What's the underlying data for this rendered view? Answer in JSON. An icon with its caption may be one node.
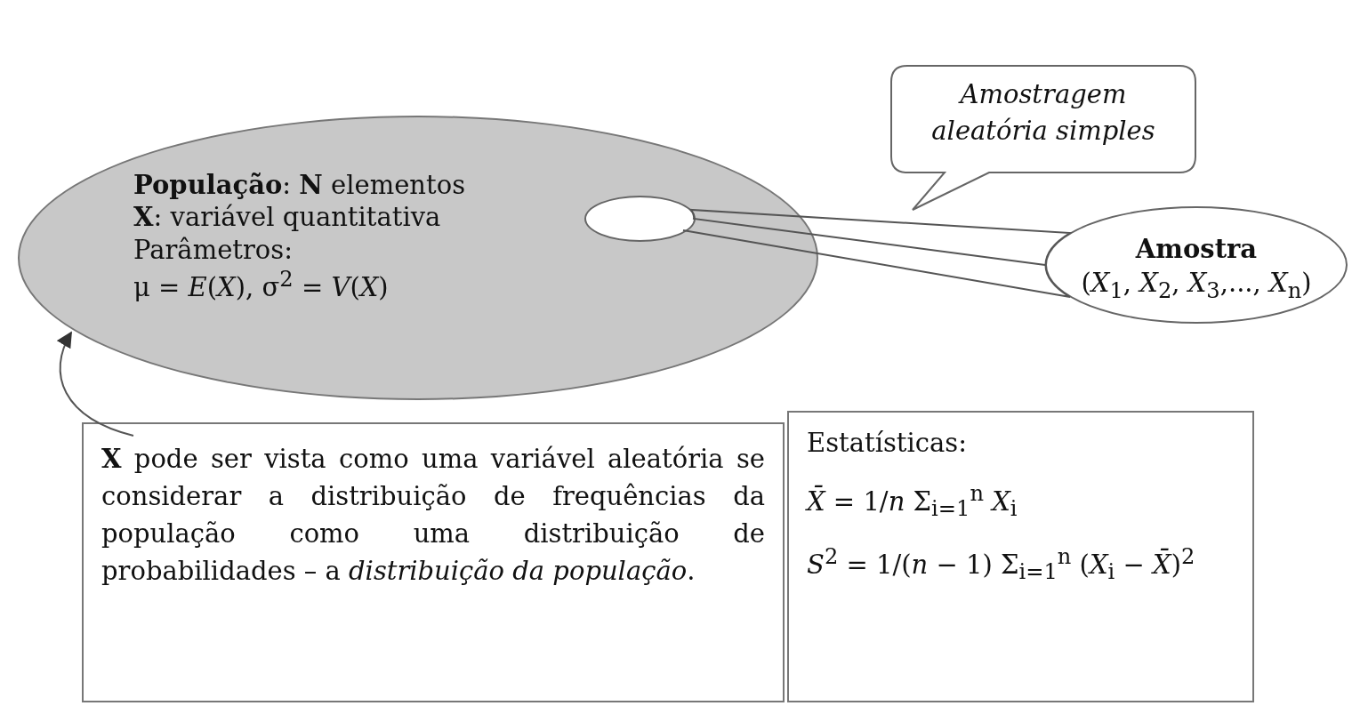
{
  "diagram": {
    "nodes": [
      {
        "text": [
          "**População**: **N** elementos",
          "**X**: variável quantitativa",
          "Parâmetros:",
          "μ = *E*(*X*), σ$^{2}$ = *V*(*X*)"
        ]
      },
      {
        "text": [],
        "shape": "ellipse",
        "in": 0
      },
      {
        "text": [
          "**Amostra**",
          "(*X*$_{1}$, *X*$_{2}$, *X*$_{3}$,..., *X*$_{n}$)"
        ]
      },
      {
        "text": [
          "Amostragem aleatória simples"
        ]
      },
      {
        "text": [
          "**X** pode ser vista como uma variável aleatória se considerar a distribuição de frequências da população como uma distribuição de probabilidades – a *distribuição da população*."
        ]
      },
      {
        "text": [
          "Estatísticas:",
          "*X̄* = 1/*n* Σ$_{i=1}$$^{n}$ *X*$_{i}$",
          "*S*$^{2}$ = 1/(*n* − 1) Σ$_{i=1}$$^{n}$ (*X*$_{i}$ − *X̄*)$^{2}$"
        ]
      }
    ],
    "edges": [
      {
        "from": 1,
        "to": 2,
        "arrow": "none"
      },
      {
        "from": 4,
        "to": 0,
        "arrow": "to"
      }
    ]
  }
}
